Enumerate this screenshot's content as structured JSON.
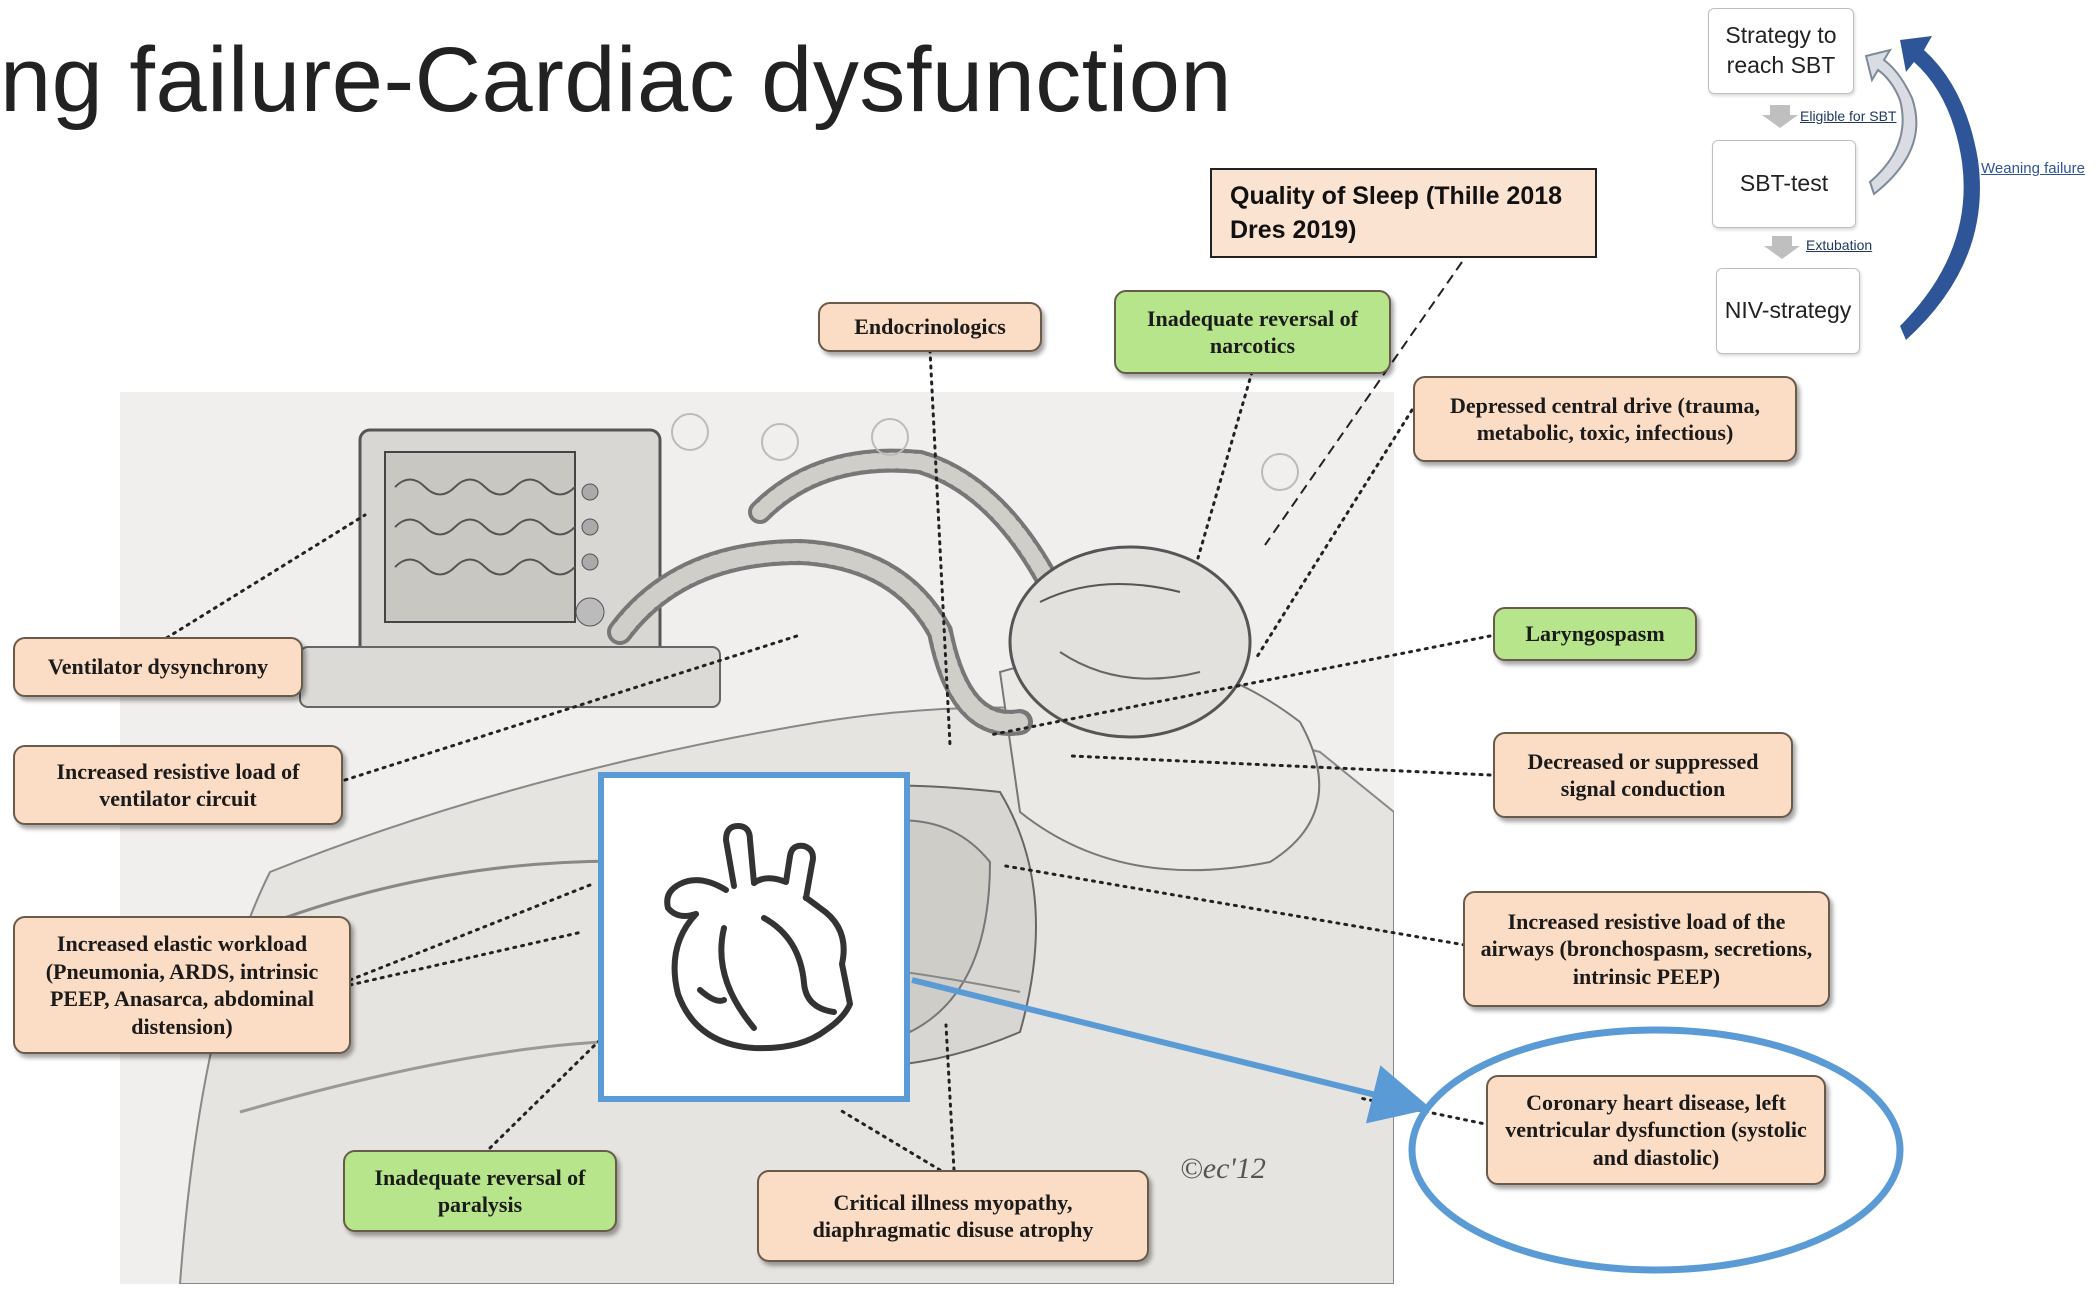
{
  "slide": {
    "title": "ng failure-Cardiac dysfunction"
  },
  "sleep_note": "Quality of Sleep (Thille 2018 Dres 2019)",
  "labels": {
    "endocrinologics": "Endocrinologics",
    "narcotics": "Inadequate reversal of narcotics",
    "central_drive": "Depressed central drive (trauma, metabolic, toxic, infectious)",
    "ventilator_dysynchrony": "Ventilator dysynchrony",
    "laryngospasm": "Laryngospasm",
    "resistive_circuit": "Increased resistive load of ventilator circuit",
    "signal_conduction": "Decreased or suppressed signal conduction",
    "elastic_workload": "Increased elastic workload (Pneumonia, ARDS, intrinsic PEEP, Anasarca, abdominal distension)",
    "resistive_airways": "Increased resistive load of the airways (bronchospasm, secretions, intrinsic PEEP)",
    "coronary": "Coronary heart disease, left ventricular dysfunction (systolic and diastolic)",
    "paralysis": "Inadequate reversal of paralysis",
    "myopathy": "Critical illness myopathy, diaphragmatic disuse atrophy"
  },
  "flow": {
    "strategy": "Strategy to reach SBT",
    "eligible": "Eligible for SBT",
    "sbt_test": "SBT-test",
    "extubation": "Extubation",
    "niv": "NIV-strategy",
    "weaning_failure": "Weaning failure"
  },
  "signature": "©ec'12",
  "colors": {
    "label_fill": "#fbdcc5",
    "label_green": "#b7e58b",
    "highlight_blue": "#5b9bd5",
    "weaning_arrow": "#2e5597"
  },
  "icons": [
    "heart-icon"
  ]
}
